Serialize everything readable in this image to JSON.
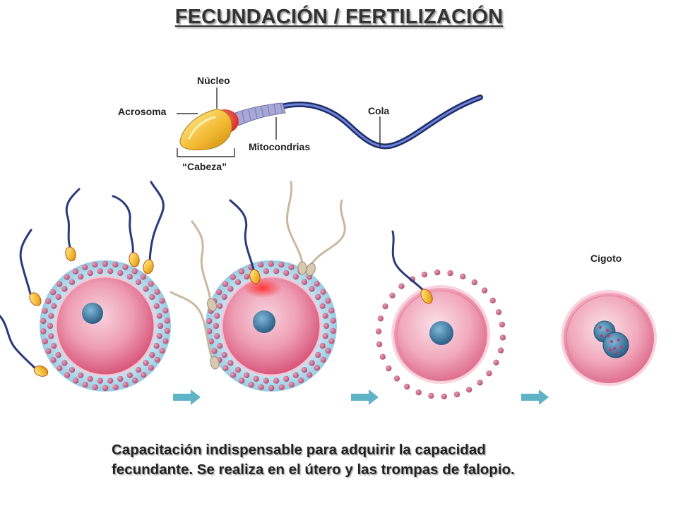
{
  "title": "FECUNDACIÓN / FERTILIZACIÓN",
  "sperm_labels": {
    "nucleus": "Núcleo",
    "acrosome": "Acrosoma",
    "tail": "Cola",
    "mitochondria": "Mitocondrias",
    "head": "“Cabeza”"
  },
  "zygote_label": "Cigoto",
  "caption": {
    "line1": "Capacitación indispensable para adquirir la capacidad",
    "line2": "fecundante. Se realiza en el útero y las trompas de falopio."
  },
  "colors": {
    "ovum_pink": "#e8829e",
    "corona_blue": "#9ed0e6",
    "nucleus_blue": "#3f7fa6",
    "arrow_teal": "#5fb3c6",
    "tail_navy": "#2a3a7a",
    "acrosome_yellow": "#f2c43a",
    "nucleus_red": "#e03030",
    "sperm_beige": "#c9b8a0"
  }
}
